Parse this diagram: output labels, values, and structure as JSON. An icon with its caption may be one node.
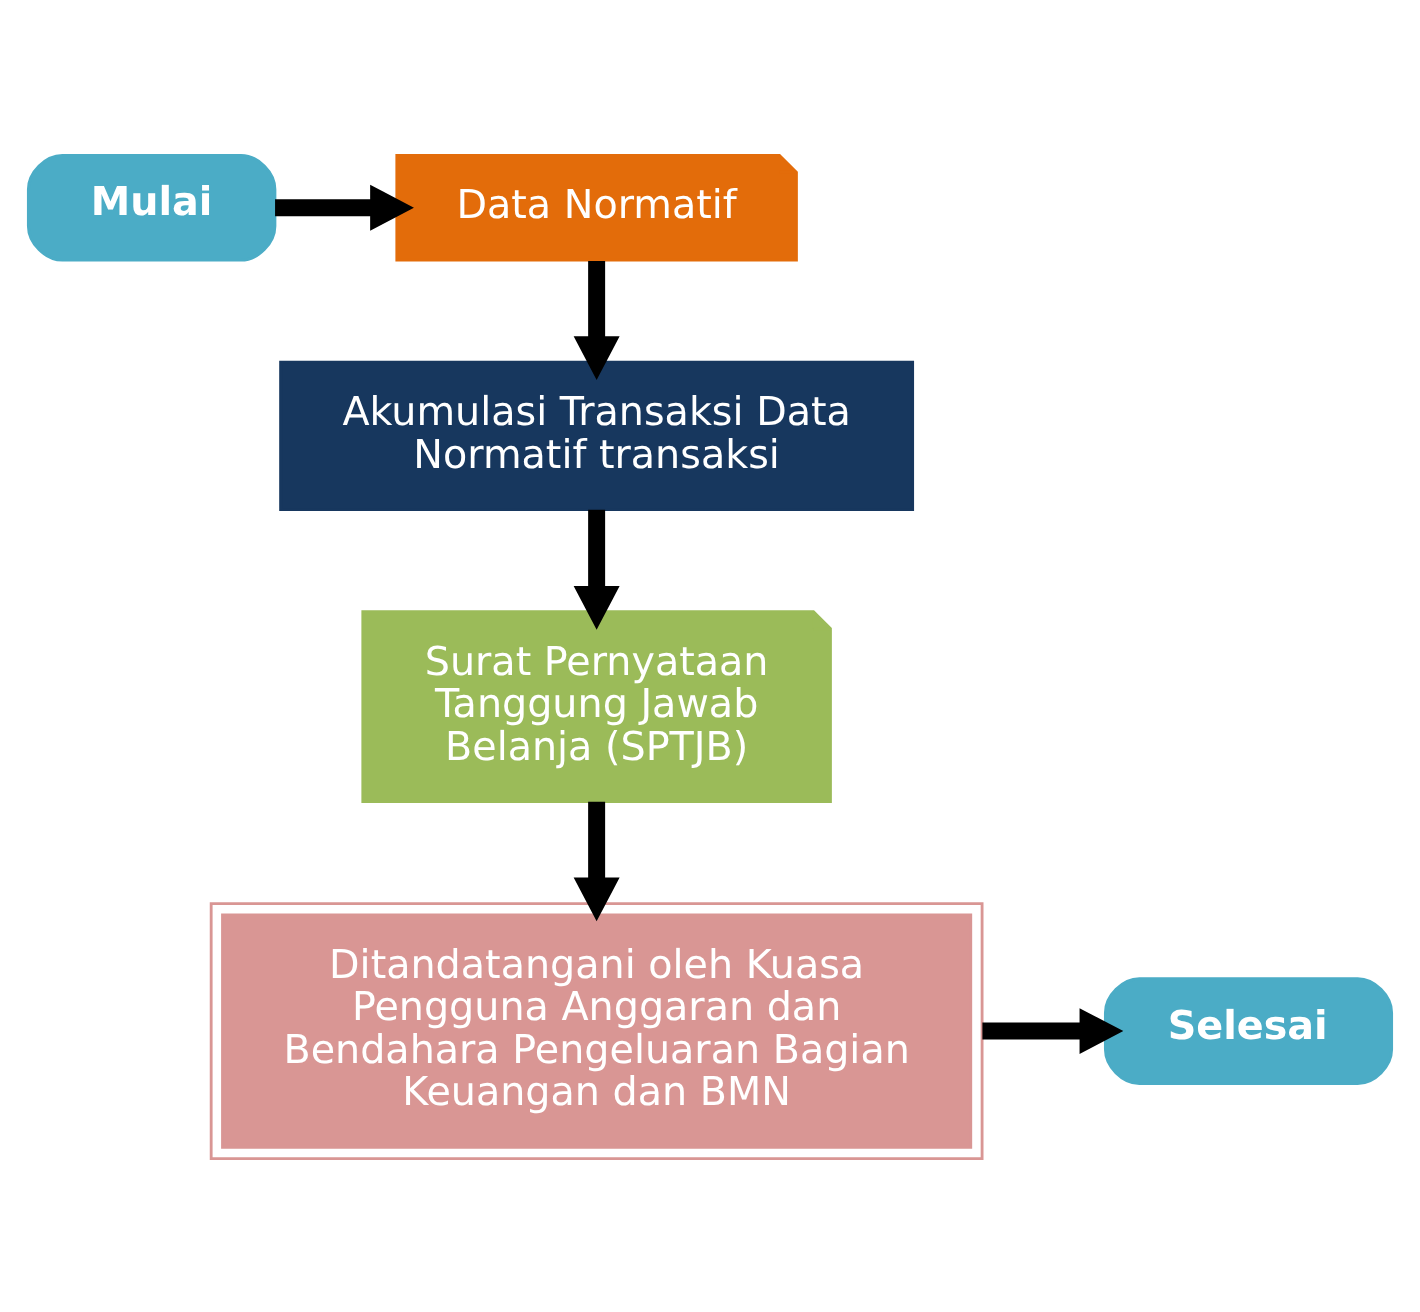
{
  "diagram": {
    "nodes": [
      {
        "text": [
          "Mulai"
        ]
      },
      {
        "text": [
          "Data Normatif"
        ]
      },
      {
        "text": [
          "Akumulasi Transaksi Data Normatif transaksi"
        ]
      },
      {
        "text": [
          "Surat Pernyataan Tanggung Jawab Belanja (SPTJB)"
        ]
      },
      {
        "text": [
          "Ditandatangani oleh Kuasa Pengguna Anggaran dan Bendahara Pengeluaran Bagian Keuangan dan BMN"
        ]
      },
      {
        "text": [
          "Selesai"
        ]
      }
    ],
    "edges": [
      {
        "from": 0,
        "to": 1,
        "arrow": "to"
      },
      {
        "from": 1,
        "to": 2,
        "arrow": "to"
      },
      {
        "from": 2,
        "to": 3,
        "arrow": "to"
      },
      {
        "from": 3,
        "to": 4,
        "arrow": "to"
      },
      {
        "from": 4,
        "to": 5,
        "arrow": "to"
      }
    ]
  }
}
